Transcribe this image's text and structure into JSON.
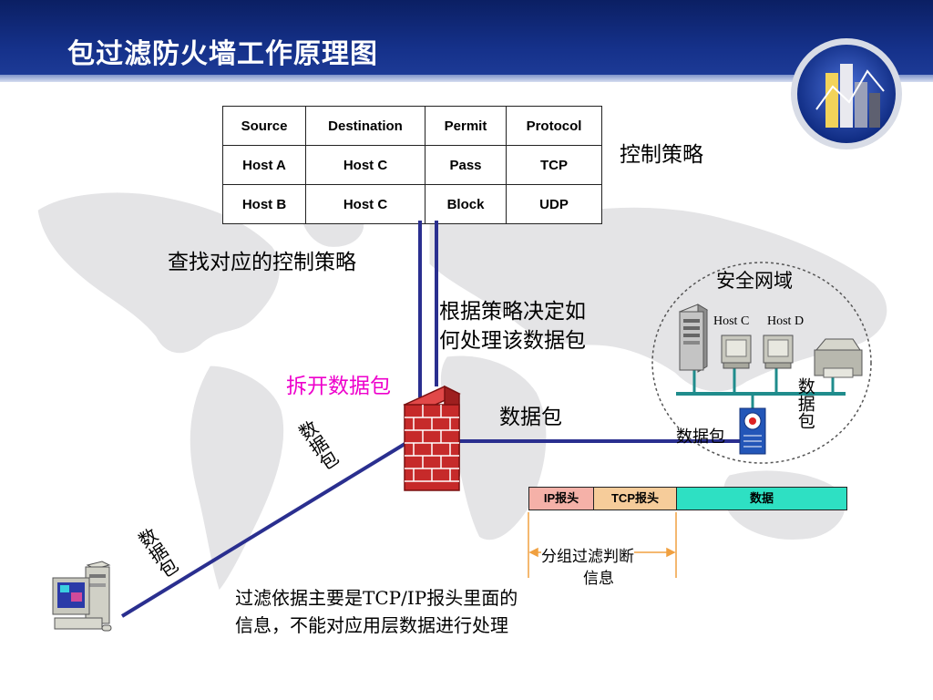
{
  "title": "包过滤防火墙工作原理图",
  "policy_table": {
    "headers": [
      "Source",
      "Destination",
      "Permit",
      "Protocol"
    ],
    "rows": [
      [
        "Host A",
        "Host C",
        "Pass",
        "TCP"
      ],
      [
        "Host B",
        "Host C",
        "Block",
        "UDP"
      ]
    ]
  },
  "labels": {
    "control_policy": "控制策略",
    "find_policy": "查找对应的控制策略",
    "decide_line1": "根据策略决定如",
    "decide_line2": "何处理该数据包",
    "unpack": "拆开数据包",
    "packet_right": "数据包",
    "secure_domain": "安全网域",
    "host_c": "Host C",
    "host_d": "Host D",
    "domain_packet_vertical": "数据包",
    "domain_packet": "数据包",
    "packet_diag_upper": "数据包",
    "packet_diag_lower": "数据包",
    "filter_judge_line1": "分组过滤判断",
    "filter_judge_line2": "信息",
    "note_line1": "过滤依据主要是TCP/IP报头里面的",
    "note_line2": "信息，不能对应用层数据进行处理"
  },
  "packet_bar": {
    "ip": "IP报头",
    "tcp": "TCP报头",
    "data": "数据"
  },
  "colors": {
    "header_bg": "#15318a",
    "unpack_text": "#ee00cc",
    "connector": "#2a2f8f",
    "ip_fill": "#f5b1a8",
    "tcp_fill": "#f6cc9a",
    "data_fill": "#2ee0c3",
    "bracket": "#f0a040",
    "firewall_brick": "#c62a2a"
  }
}
